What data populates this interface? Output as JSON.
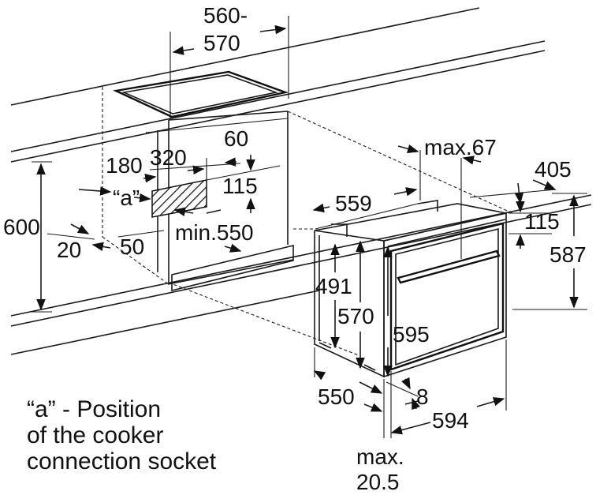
{
  "dimensions": {
    "worktop_cutout_width": [
      "560-",
      "570"
    ],
    "cabinet_height": "600",
    "left_offset": "20",
    "bottom_offset": "50",
    "socket_offset_left": "180",
    "socket_width": "320",
    "socket_top_offset": "60",
    "socket_height": "115",
    "min_depth": "min.550",
    "socket_label": "“a”",
    "oven_top_depth_max": "max.67",
    "oven_depth_front": "405",
    "oven_top_height": "115",
    "oven_body_height": "587",
    "oven_side_depth_top": "559",
    "oven_side_height_inner": "491",
    "oven_side_height": "570",
    "oven_front_height": "595",
    "oven_depth_bottom": "550",
    "door_thickness": "8",
    "oven_width": "594",
    "front_offset_max": [
      "max.",
      "20.5"
    ]
  },
  "caption": {
    "line1": "“a” - Position",
    "line2": "of the cooker",
    "line3": "connection socket"
  }
}
